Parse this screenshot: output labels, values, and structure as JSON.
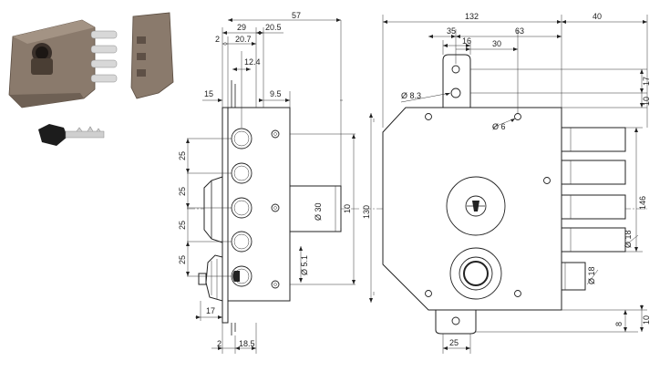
{
  "dimensions": {
    "side_top_29": "29",
    "side_top_57": "57",
    "side_top_2": "2",
    "side_top_20_7": "20.7",
    "side_top_20_5": "20.5",
    "side_top_12_4": "12.4",
    "side_15": "15",
    "side_9_5": "9.5",
    "side_left_25a": "25",
    "side_left_25b": "25",
    "side_left_25c": "25",
    "side_left_25d": "25",
    "side_bolt_30": "Ø 30",
    "side_bolt_10": "10",
    "side_dia_5_1": "Ø 5.1",
    "side_bottom_17": "17",
    "side_bottom_2": "2",
    "side_bottom_18_5": "18.5",
    "front_top_132": "132",
    "front_top_40": "40",
    "front_top_35": "35",
    "front_top_63": "63",
    "front_top_16": "16",
    "front_top_30": "30",
    "front_dia_8_3": "Ø 8.3",
    "front_dia_6": "Ø 6",
    "front_130": "130",
    "front_146": "146",
    "front_dia_18a": "Ø 18",
    "front_dia_18b": "Ø 18",
    "front_right_17": "17",
    "front_right_10a": "10",
    "front_right_10b": "10",
    "front_right_8": "8",
    "front_bottom_25": "25"
  }
}
